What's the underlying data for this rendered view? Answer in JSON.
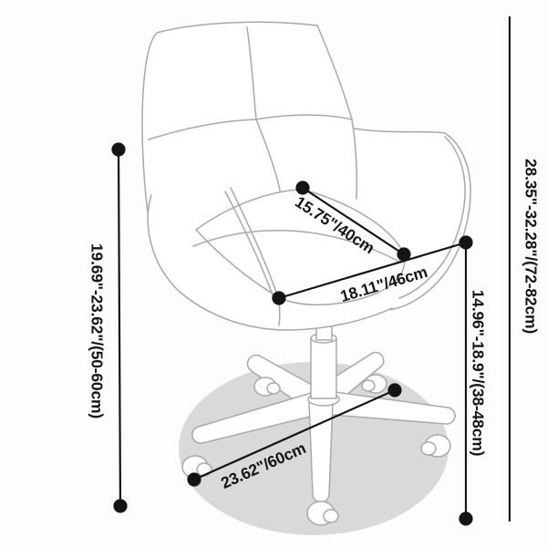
{
  "diagram": {
    "subject": "Swivel office chair dimension line drawing",
    "colors": {
      "background": "#fdfdfd",
      "dimension_lines": "#141414",
      "label_text": "#141414",
      "chair_outline": "#a8a8a8",
      "floor_shadow": "#d9d9d9"
    },
    "measurements": [
      {
        "id": "back-height",
        "label": "19.69\"-23.62\"/(50-60cm)",
        "inches": "19.69\"-23.62\"",
        "metric": "50-60cm",
        "orientation": "vertical-left"
      },
      {
        "id": "overall-height",
        "label": "28.35\"-32.28\"/(72-82cm)",
        "inches": "28.35\"-32.28\"",
        "metric": "72-82cm",
        "orientation": "vertical-right-outer"
      },
      {
        "id": "seat-height",
        "label": "14.96\"-18.9\"/(38-48cm)",
        "inches": "14.96\"-18.9\"",
        "metric": "38-48cm",
        "orientation": "vertical-right-inner"
      },
      {
        "id": "seat-depth",
        "label": "15.75\"/40cm",
        "inches": "15.75\"",
        "metric": "40cm",
        "orientation": "diagonal-across-seat"
      },
      {
        "id": "seat-width",
        "label": "18.11\"/46cm",
        "inches": "18.11\"",
        "metric": "46cm",
        "orientation": "diagonal-seat-front"
      },
      {
        "id": "base-diameter",
        "label": "23.62\"/60cm",
        "inches": "23.62\"",
        "metric": "60cm",
        "orientation": "diagonal-across-base"
      }
    ]
  }
}
